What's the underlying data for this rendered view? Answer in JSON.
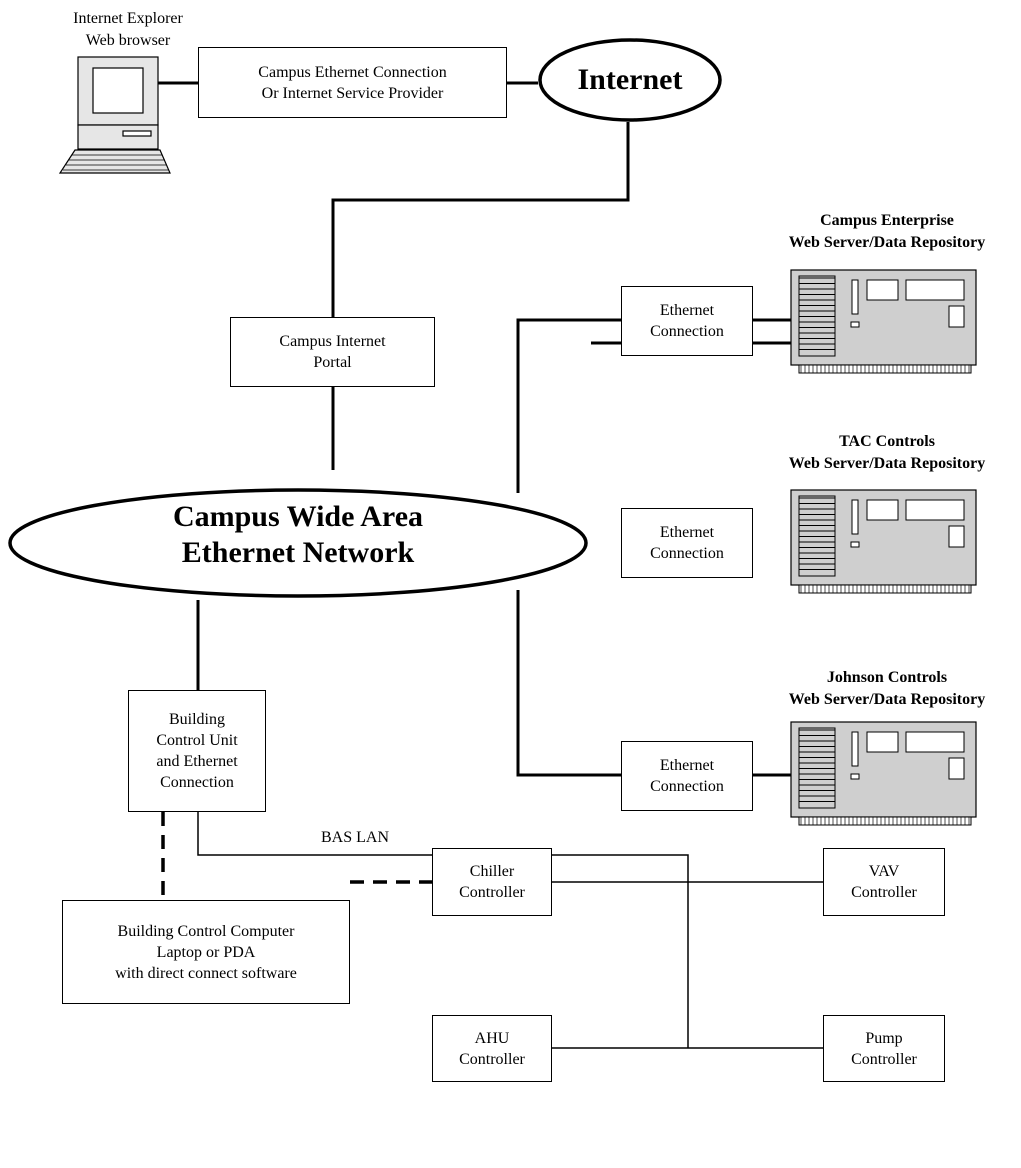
{
  "browser": {
    "line1": "Internet Explorer",
    "line2": "Web browser"
  },
  "isp_box": {
    "line1": "Campus Ethernet Connection",
    "line2": "Or Internet Service Provider"
  },
  "internet": {
    "label": "Internet"
  },
  "portal": {
    "line1": "Campus Internet",
    "line2": "Portal"
  },
  "wan": {
    "line1": "Campus Wide Area",
    "line2": "Ethernet Network"
  },
  "servers": [
    {
      "title1": "Campus Enterprise",
      "title2": "Web Server/Data Repository",
      "conn1": "Ethernet",
      "conn2": "Connection"
    },
    {
      "title1": "TAC Controls",
      "title2": "Web Server/Data Repository",
      "conn1": "Ethernet",
      "conn2": "Connection"
    },
    {
      "title1": "Johnson Controls",
      "title2": "Web Server/Data Repository",
      "conn1": "Ethernet",
      "conn2": "Connection"
    }
  ],
  "bcu": {
    "line1": "Building",
    "line2": "Control Unit",
    "line3": "and Ethernet",
    "line4": "Connection"
  },
  "bas_lan": {
    "label": "BAS LAN"
  },
  "bcc": {
    "line1": "Building Control Computer",
    "line2": "Laptop or PDA",
    "line3": "with direct connect software"
  },
  "chiller": {
    "line1": "Chiller",
    "line2": "Controller"
  },
  "ahu": {
    "line1": "AHU",
    "line2": "Controller"
  },
  "vav": {
    "line1": "VAV",
    "line2": "Controller"
  },
  "pump": {
    "line1": "Pump",
    "line2": "Controller"
  }
}
